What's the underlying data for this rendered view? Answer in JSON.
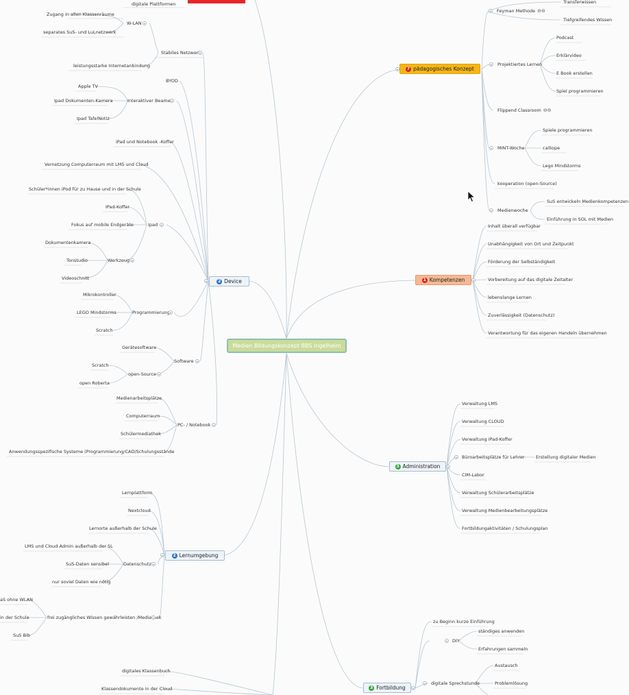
{
  "central_topic": "Medien Bildungskonzept BBS Ingelheim",
  "topics": {
    "device": {
      "label": "Device",
      "badge": "2",
      "badge_color": "#2a78c9"
    },
    "lernumgebung": {
      "label": "Lernumgebung",
      "badge": "2",
      "badge_color": "#2a78c9"
    },
    "paedagogisch": {
      "label": "pädagogisches Konzept",
      "badge": "7",
      "badge_color": "#d9261c",
      "fill": "#f5b716"
    },
    "kompetenzen": {
      "label": "Kompetenzen",
      "badge": "1",
      "badge_color": "#d9261c",
      "fill": "#f4b993"
    },
    "administration": {
      "label": "Administration",
      "badge": "3",
      "badge_color": "#3aa63a"
    },
    "fortbildung": {
      "label": "Fortbildung",
      "badge": "3",
      "badge_color": "#3aa63a"
    }
  },
  "left": {
    "digitale_plattformen": "digitale Plattformen",
    "wlan": "W-LAN",
    "wlan_zugang": "Zugang in allen Klassenräume",
    "wlan_netz": "separates SuS- und LuLnetzwerk",
    "stabiles_netzwerk": "Stabiles Netzwerk",
    "internet": "leistungsstarke Internetanbindung",
    "byod": "BYOD",
    "beamer": "Interaktiver Beamer",
    "appletv": "Apple TV",
    "ipad_doku": "Ipad Dokumenten-Kamera",
    "ipad_tafel": "Ipad  TafelNotiz",
    "ipad_koffer_nb": "iPad und Notebook -Koffer",
    "vernetzung": "Vernetzung Computerraum mit LMS  und Cloud",
    "schueler_ipad": "Schüler*innen iPod für zu Hause und in der Schule",
    "ipad_koffer": "IPad-Koffer",
    "ipad": "Ipad",
    "fokus": "Fokus auf mobile Endgeräte",
    "werkzeug": "Werkzeug",
    "dokkamera": "Dokumentenkamera",
    "tonstudio": "Tonstudio",
    "videoschnitt": "Videoschnitt",
    "programmierung": "Programmierung",
    "mikrokontroller": "Mikrokontroller",
    "lego_mindstorms": "LEGO Mindstorms",
    "scratch1": "Scratch",
    "geraetesoftware": "Gerätesoftware",
    "software": "Software",
    "open_source": "open-Source",
    "scratch2": "Scratch",
    "open_roberta": "open Roberta",
    "pc_notebook": "PC- / Notebook",
    "medienarbeit": "Medienarbeitsplätze",
    "computerraum": "Computerraum",
    "schuelermediathek": "Schülermediathek",
    "anwendung": "Anwendungsspezifische Systeme (Programmierung/CAD/Schulungsstände",
    "lernplattform": "Lernplattform",
    "nextcloud": "Nextcloud",
    "lernorte": "Lernorte außerhalb der Schule",
    "lms_admin": "LMS und Cloud Admin außerhalb der SL",
    "datenschutz": "Datenschutz",
    "sus_daten": "SuS-Daten sensibel",
    "soviel": "nur soviel Daten wie nötig",
    "sus_ohne": "aS ohne WLAN",
    "in_schule": "in der Schule",
    "frei_wissen": "frei zugängliches Wissen gewährleisten /Mediathek",
    "sus_bib": "SuS Bib",
    "klassenbuch": "digitales Klassenbuch",
    "klassendoku": "Klassendokumente in der Cloud"
  },
  "right": {
    "transferwissen": "Transferwissen",
    "feyman": "Feyman Methode",
    "tiefgreifend": "Tiefgreifendes Wissen",
    "podcast": "Podcast",
    "erklaervideo": "Erklärvideo",
    "projektiertes": "Projektiertes Lernen",
    "ebook": "E Book erstellen",
    "spiel_prog": "Spiel programmieren",
    "flipped": "Flippend Classroom",
    "spiele_prog": "Spiele programmieren",
    "mint": "MINT-Woche",
    "calliope": "calliope",
    "lego": "Lego Mindstorms",
    "kooperation": "kooperation (open-Source)",
    "medienwoche": "Medienwoche",
    "sus_entwickeln": "SuS entwickeln Medienkompetenzen",
    "einfuehrung_sol": "Einführung in SOL mit Medien",
    "inhalt": "Inhalt überall verfügbar",
    "unabhaengig": "Unabhängigkeit von Ort und Zeitpunkt",
    "foerderung": "Förderung der Selbständigkeit",
    "vorbereitung": "Vorbereitung auf das digitale Zeitalter",
    "lebenslang": "lebenslange Lernen",
    "zuverlaessig": "Zuverlässigkeit (Datenschutz)",
    "verantwortung": "Verantwortung für das eigenen Handeln übernehmen",
    "verw_lms": "Verwaltung LMS",
    "verw_cloud": "Verwaltung CLOUD",
    "verw_ipad": "Verwaltung iPad-Koffer",
    "buero": "Büroarbeitsplätze für Lehrer",
    "erstellung": "Erstellung digitaler Medien",
    "cim": "CIM-Labor",
    "verw_schueler": "Verwaltung Schülerarbeitsplätze",
    "verw_medien": "Verwaltung Medienbearbeitungsplätze",
    "fortbildung_akt": "Fortbildungaktivitäten / Schulungsplan",
    "zu_beginn": "zu Beginn kurze Einführung",
    "diy": "DIY",
    "staendig": "ständiges anwenden",
    "erfahrungen": "Erfahrungen sammeln",
    "sprechstunde": "digitale Sprechstunde",
    "austausch": "Austausch",
    "problemloesung": "Problemlösung"
  }
}
